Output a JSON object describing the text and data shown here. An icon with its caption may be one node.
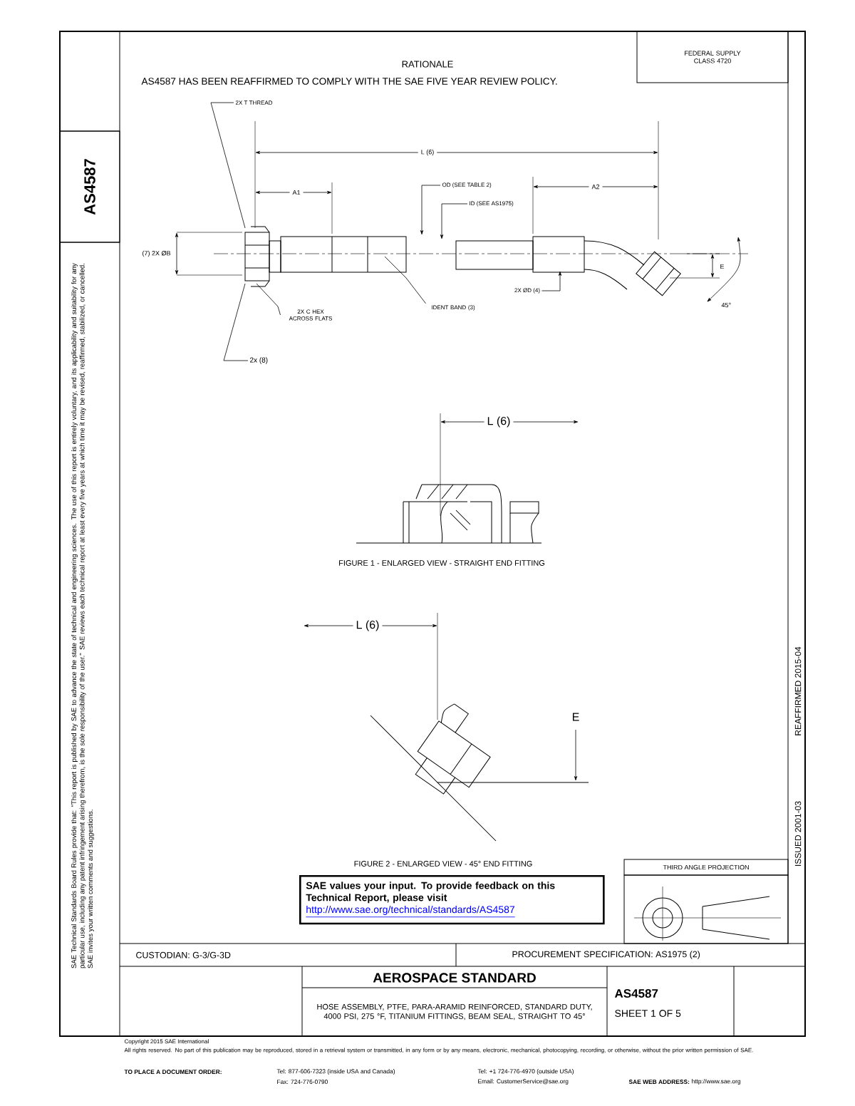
{
  "diagram": {
    "nodes": [
      {
        "text": [
          "FEDERAL SUPPLY CLASS 4720"
        ]
      },
      {
        "text": [
          "AS4587"
        ]
      },
      {
        "text": [
          "2X T THREAD"
        ]
      },
      {
        "text": [
          "OD (SEE TABLE 2)"
        ]
      },
      {
        "text": [
          "ID (SEE AS1975)"
        ]
      },
      {
        "text": [
          "2X C HEX ACROSS FLATS"
        ]
      },
      {
        "text": [
          "IDENT BAND (3)"
        ]
      },
      {
        "text": [
          "2X ØD (4)"
        ]
      },
      {
        "text": [
          "2x (8)"
        ]
      },
      {
        "text": [
          "SAE values your input. To provide feedback on this Technical Report, please visit",
          "http://www.sae.org/technical/standards/AS4587"
        ]
      },
      {
        "text": [
          "THIRD ANGLE PROJECTION"
        ]
      }
    ],
    "edges": [
      {
        "from": 2,
        "to": null,
        "arrow": "none"
      },
      {
        "from": 3,
        "to": null,
        "arrow": "to"
      },
      {
        "from": 4,
        "to": null,
        "arrow": "to"
      },
      {
        "from": 5,
        "to": null,
        "arrow": "none"
      },
      {
        "from": 6,
        "to": null,
        "arrow": "none"
      },
      {
        "from": 7,
        "to": null,
        "arrow": "to"
      },
      {
        "from": 8,
        "to": null,
        "arrow": "none"
      }
    ],
    "labels": [
      "RATIONALE",
      "AS4587 HAS BEEN REAFFIRMED TO COMPLY WITH THE SAE FIVE YEAR REVIEW POLICY.",
      "L (6)",
      "A1",
      "A2",
      "(7) 2X ØB",
      "E",
      "45°",
      "L (6)",
      "FIGURE 1 - ENLARGED VIEW - STRAIGHT END FITTING",
      "L (6)",
      "E",
      "FIGURE 2 - ENLARGED VIEW - 45° END FITTING",
      "ISSUED 2001-03",
      "REAFFIRMED 2015-04",
      "SAE Technical Standards Board Rules provide that: \"This report is published by SAE to advance the state of technical and engineering sciences. The use of this report is entirely voluntary, and its applicability and suitability for any particular use, including any patent infringement arising therefrom, is the sole responsibility of the user.\" SAE reviews each technical report at least every five years at which time it may be revised, reaffirmed, stabilized, or cancelled. SAE invites your written comments and suggestions.",
      "CUSTODIAN: G-3/G-3D",
      "PROCUREMENT SPECIFICATION: AS1975 (2)",
      "AEROSPACE STANDARD",
      "HOSE ASSEMBLY, PTFE, PARA-ARAMID REINFORCED, STANDARD DUTY, 4000 PSI, 275 °F, TITANIUM FITTINGS, BEAM SEAL, STRAIGHT TO 45°",
      "AS4587",
      "SHEET 1 OF 5",
      "Copyright 2015 SAE International",
      "All rights reserved. No part of this publication may be reproduced, stored in a retrieval system or transmitted, in any form or by any means, electronic, mechanical, photocopying, recording, or otherwise, without the prior written permission of SAE.",
      "TO PLACE A DOCUMENT ORDER:",
      "Tel: 877-606-7323 (inside USA and Canada)",
      "Tel: +1 724-776-4970 (outside USA)",
      "SAE WEB ADDRESS:",
      "http://www.sae.org",
      "Fax: 724-776-0790",
      "Email: CustomerService@sae.org"
    ]
  }
}
